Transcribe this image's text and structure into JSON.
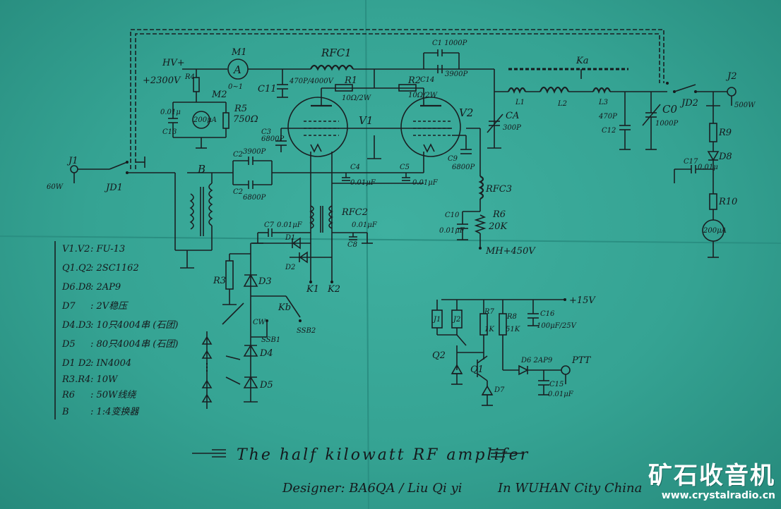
{
  "title": "The half kilowatt RF amplifer",
  "designer": "Designer: BA6QA / Liu Qi yi",
  "location": "In WUHAN City China",
  "watermark": {
    "cn": "矿石收音机",
    "url": "www.crystalradio.cn"
  },
  "legend": [
    {
      "part": "V1.V2",
      "spec": ": FU-13"
    },
    {
      "part": "Q1.Q2",
      "spec": ": 2SC1162"
    },
    {
      "part": "D6.D8",
      "spec": ": 2AP9"
    },
    {
      "part": "D7",
      "spec": ": 2V稳压"
    },
    {
      "part": "D4.D3",
      "spec": ": 10只4004串 (石团)"
    },
    {
      "part": "D5",
      "spec": ": 80只4004串 (石团)"
    },
    {
      "part": "D1 D2",
      "spec": ": IN4004"
    },
    {
      "part": "R3.R4",
      "spec": ": 10W"
    },
    {
      "part": "R6",
      "spec": ": 50W线绕"
    },
    {
      "part": "B",
      "spec": ": 1:4变换器"
    }
  ],
  "labels": {
    "j1": "J1",
    "j1_power": "60W",
    "jd1": "JD1",
    "hv": "HV+",
    "hv_volt": "+2300V",
    "m1": "M1",
    "m1_range": "0~1",
    "m2": "M2",
    "r4": "R4",
    "r5": "R5",
    "r5_val": "750Ω",
    "c13": "C13",
    "c13_val": "0.01μ",
    "m2_meter": "200μA",
    "rfc1": "RFC1",
    "c11": "C11",
    "c11_val": "470P/4000V",
    "r1": "R1",
    "r1_val": "10Ω/2W",
    "r2": "R2",
    "r2_val": "10Ω/2W",
    "c1_top": "C1 1000P",
    "c14": "C14",
    "c14_val": "3900P",
    "v1": "V1",
    "v2": "V2",
    "c3": "C3",
    "c3_val": "6800P",
    "c9": "C9",
    "c9_val": "6800P",
    "c2a": "C2",
    "c2a_val": "3900P",
    "c2b": "C2",
    "c2b_val": "6800P",
    "b": "B",
    "c7": "C7",
    "c7_val": "0.01μF",
    "c4": "C4",
    "c4_val": "0.01μF",
    "c5": "C5",
    "c5_val": "0.01μF",
    "rfc2": "RFC2",
    "c8": "C8",
    "c8_val": "0.01μF",
    "d1": "D1",
    "d2": "D2",
    "k1": "K1",
    "k2": "K2",
    "r3": "R3",
    "d3": "D3",
    "d4": "D4",
    "d5": "D5",
    "kb": "Kb",
    "cw": "CW",
    "ssb1": "SSB1",
    "ssb2": "SSB2",
    "rfc3": "RFC3",
    "c10": "C10",
    "c10_val": "0.01μF",
    "r6": "R6",
    "r6_val": "20K",
    "mh": "MH+450V",
    "ka": "Ka",
    "l1": "L1",
    "l2": "L2",
    "l3": "L3",
    "ca": "CA",
    "ca_val": "300P",
    "c12": "C12",
    "c12_val": "470P",
    "c0": "C0",
    "c0_val": "1000P",
    "jd2": "JD2",
    "j2": "J2",
    "j2_power": "500W",
    "r9": "R9",
    "d8": "D8",
    "c17": "C17",
    "c17_val": "0.01μ",
    "r10": "R10",
    "m3_meter": "200μA",
    "plus15": "+15V",
    "j1b": "J1",
    "j2b": "J2",
    "r7": "R7",
    "r7_val": "1K",
    "r8": "R8",
    "r8_val": "51K",
    "c16": "C16",
    "c16_val": "100μF/25V",
    "q2": "Q2",
    "q1": "Q1",
    "d6": "D6 2AP9",
    "d7": "D7",
    "ptt": "PTT",
    "c15": "C15",
    "c15_val": "0.01μF"
  }
}
